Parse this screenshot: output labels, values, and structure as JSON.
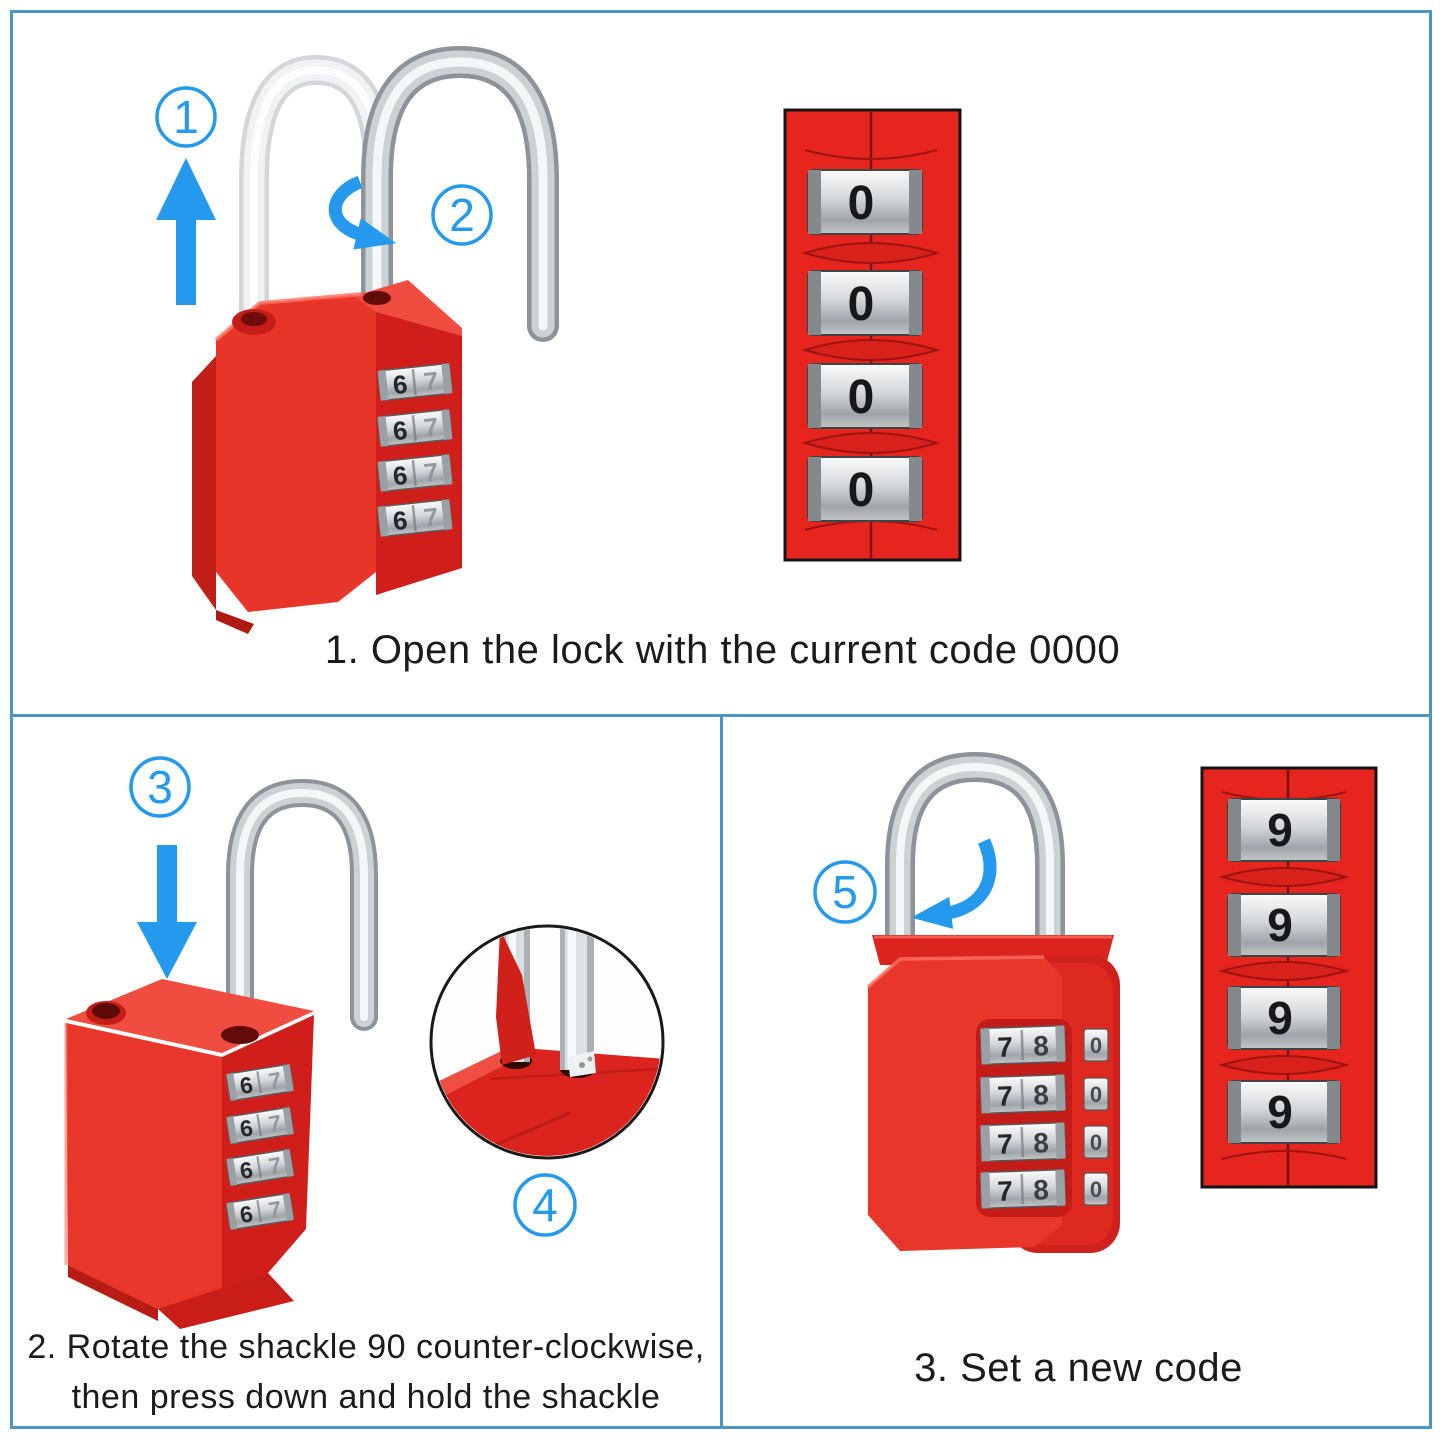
{
  "sheet": {
    "type": "padlock-code-setting-instructions",
    "colors": {
      "accent_blue": "#2499ee",
      "frame_blue": "#4e96c2",
      "lock_red": "#e42a22",
      "caption_text": "#1b1b1b",
      "dial_silver": "#d4d7da"
    },
    "icons": {
      "up-arrow": "solid blue arrow pointing up",
      "down-arrow": "solid blue arrow pointing down",
      "rotate-cw-arrow": "curved blue arrow sweeping right",
      "rotate-ccw-arrow": "curved blue arrow sweeping left"
    }
  },
  "steps": {
    "step1": {
      "caption": "1. Open the lock with the current code 0000",
      "marker_lift": "1",
      "marker_rotate": "2",
      "lock_dial_left": "6",
      "lock_dial_right": "7",
      "closeup_digit": "0"
    },
    "step2": {
      "caption_line1": "2. Rotate the shackle 90 counter-clockwise,",
      "caption_line2": "then press down and hold the shackle",
      "marker_press": "3",
      "marker_detail": "4",
      "lock_dial_left": "6",
      "lock_dial_right": "7"
    },
    "step3": {
      "caption": "3. Set a new code",
      "marker_set": "5",
      "lock_dial_left": "7",
      "lock_dial_right": "8",
      "lock_dial_side": "0",
      "closeup_digit": "9"
    }
  }
}
